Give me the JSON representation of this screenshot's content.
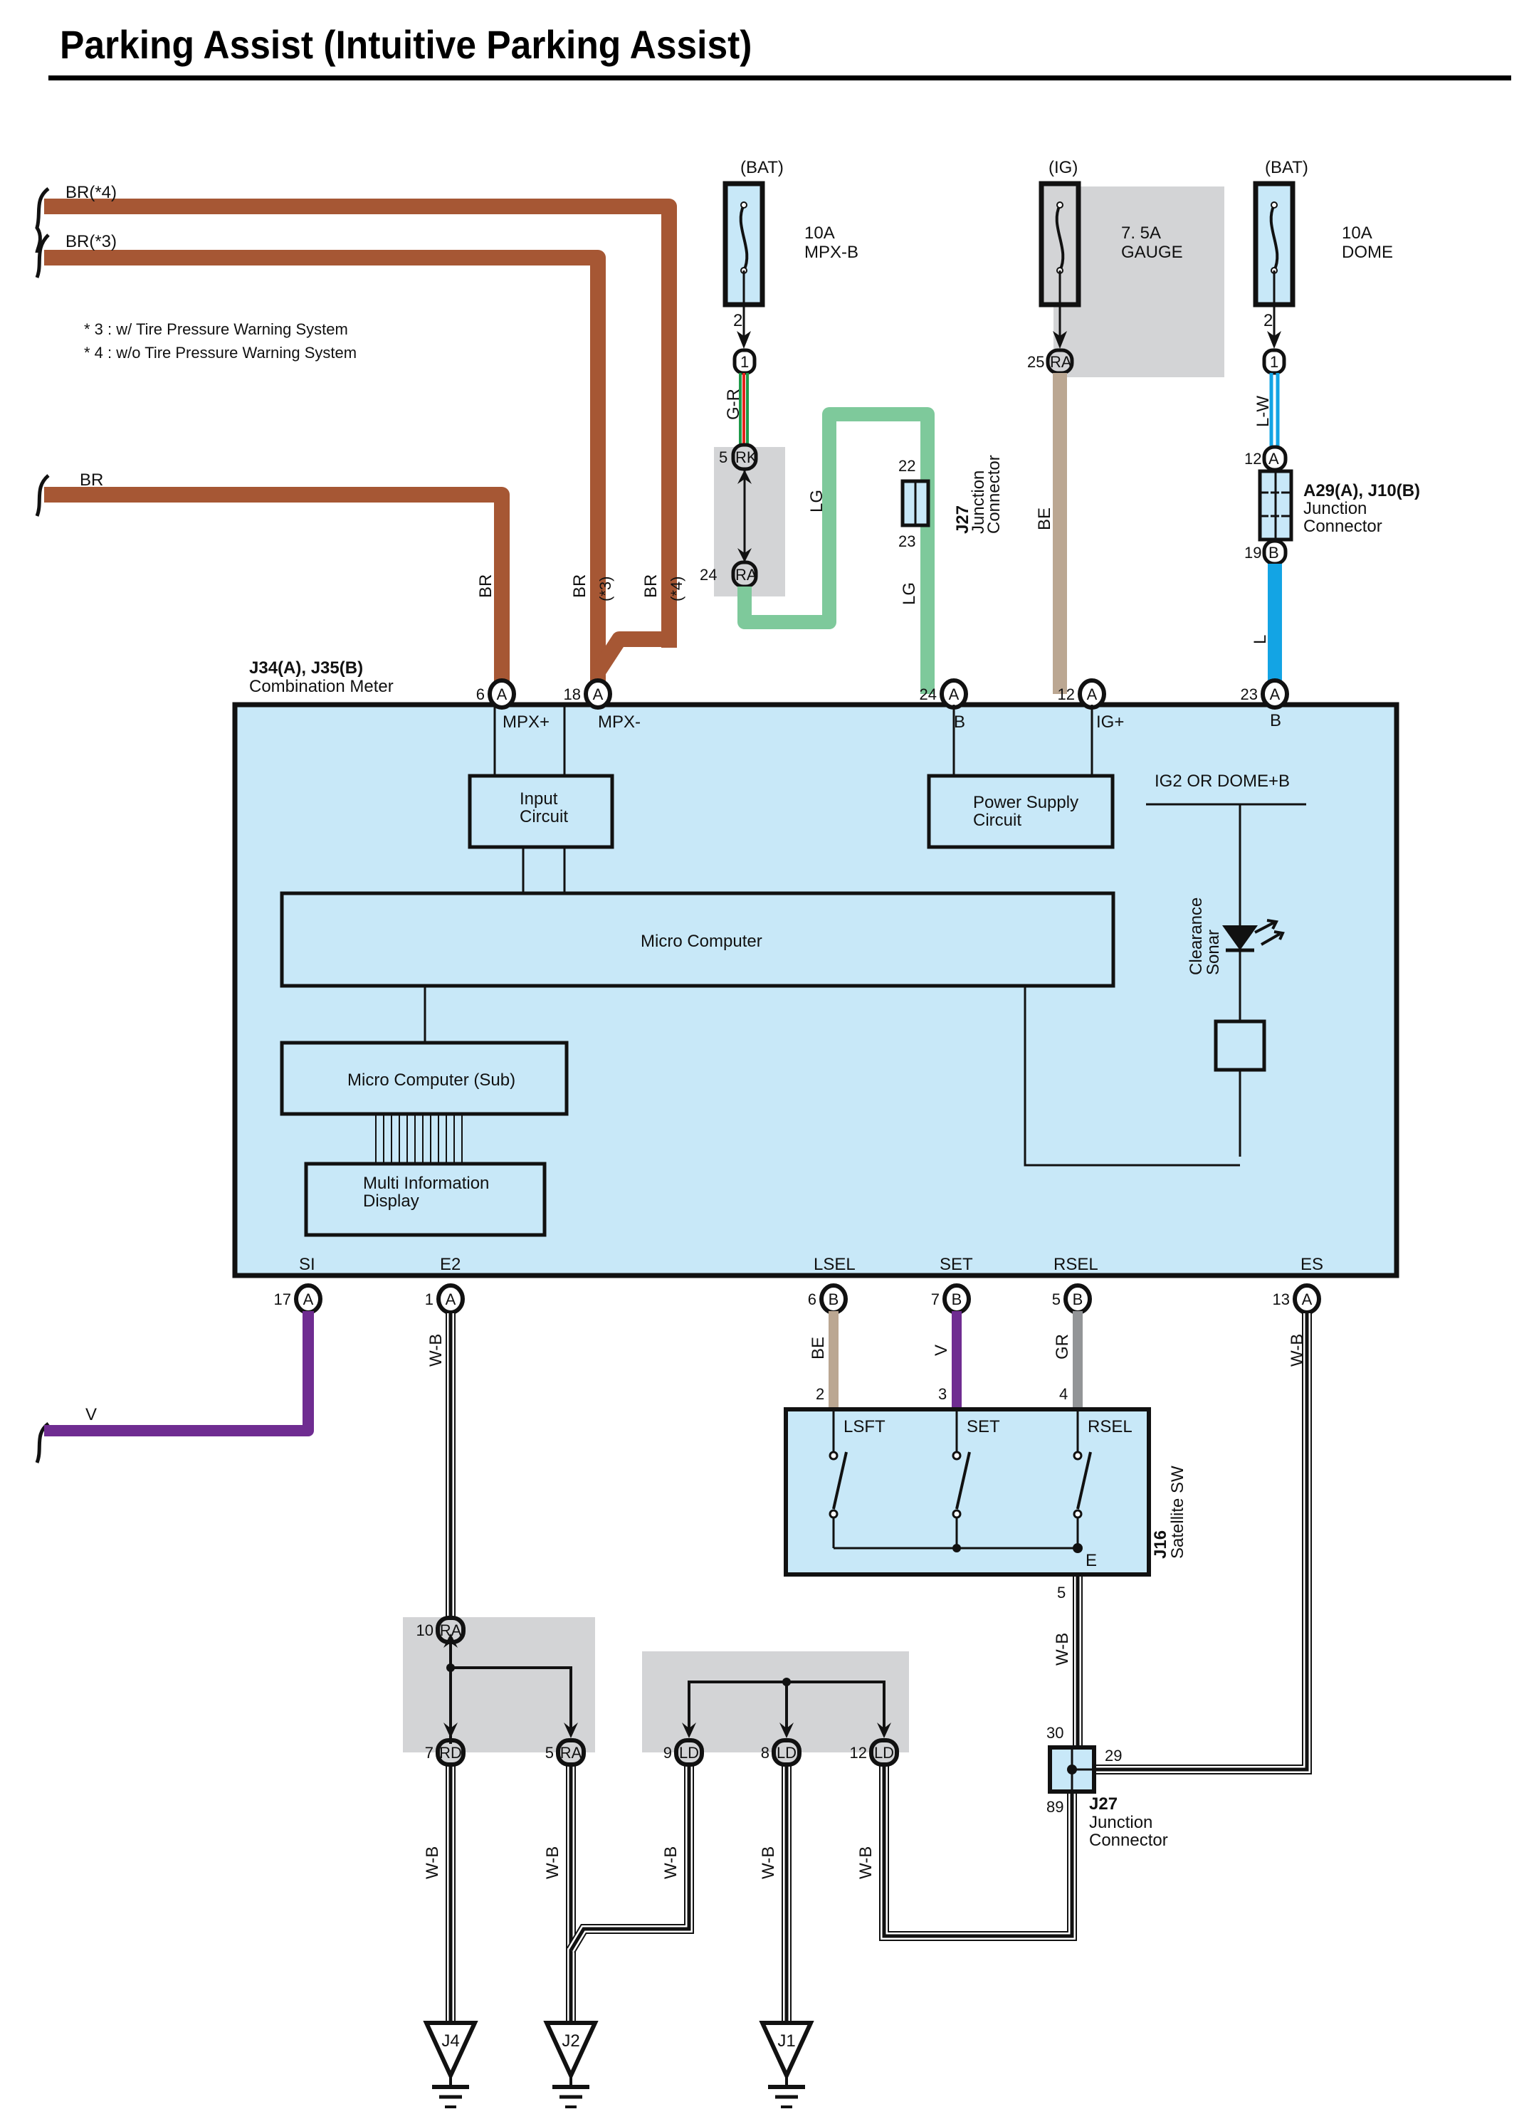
{
  "title": "Parking Assist (Intuitive Parking Assist)",
  "colors": {
    "BR": "#a65734",
    "LG": "#7ec99b",
    "BE": "#bba792",
    "L": "#13a4e4",
    "V": "#6f2c91",
    "GR": "#939597",
    "G": "#1e9a48",
    "R": "#e5231b",
    "W": "#ffffff",
    "B": "#111111",
    "component_fill": "#c8e8f8",
    "shade": "#d3d4d6"
  },
  "notes": {
    "n3": "* 3 : w/ Tire Pressure Warning System",
    "n4": "* 4 : w/o Tire Pressure Warning System"
  },
  "left_wires": {
    "br4": "BR(*4)",
    "br3": "BR(*3)",
    "br": "BR",
    "v": "V"
  },
  "fuses": [
    {
      "source": "(BAT)",
      "rating": "10A",
      "name": "MPX-B",
      "pin": "2",
      "connector_pin": "1"
    },
    {
      "source": "(IG)",
      "rating": "7. 5A",
      "name": "GAUGE",
      "pin": "25",
      "connector": "RA"
    },
    {
      "source": "(BAT)",
      "rating": "10A",
      "name": "DOME",
      "pin": "2",
      "connector_pin": "1"
    }
  ],
  "wire_labels": {
    "gr": "G-R",
    "lg1": "LG",
    "lg2": "LG",
    "be_top": "BE",
    "lw": "L-W",
    "l": "L",
    "br_6": "BR",
    "br_18": "BR",
    "br_18_note": "(*3)",
    "br_4": "BR",
    "br_4_note": "(*4)",
    "wb_e2": "W-B",
    "wb_es": "W-B",
    "be_bot": "BE",
    "v_bot": "V",
    "gr_bot": "GR",
    "wb_sw": "W-B",
    "wb_7": "W-B",
    "wb_5": "W-B",
    "wb_9": "W-B",
    "wb_8": "W-B",
    "wb_12": "W-B"
  },
  "connectors": {
    "rk": {
      "pin": "5",
      "code": "RK"
    },
    "ra24": {
      "pin": "24",
      "code": "RA"
    },
    "j27_top": {
      "code": "J27",
      "name": "Junction Connector",
      "pin_top": "22",
      "pin_bottom": "23"
    },
    "a29": {
      "code": "A29(A), J10(B)",
      "name_line1": "Junction",
      "name_line2": "Connector",
      "pin_top": "12",
      "code_top": "A",
      "pin_bottom": "19",
      "code_bottom": "B"
    },
    "ra10": {
      "pin": "10",
      "code": "RA"
    },
    "rd7": {
      "pin": "7",
      "code": "RD"
    },
    "ra5": {
      "pin": "5",
      "code": "RA"
    },
    "ld9": {
      "pin": "9",
      "code": "LD"
    },
    "ld8": {
      "pin": "8",
      "code": "LD"
    },
    "ld12": {
      "pin": "12",
      "code": "LD"
    },
    "j27_bot": {
      "code": "J27",
      "name_line1": "Junction",
      "name_line2": "Connector",
      "pin_top": "30",
      "pin_right": "29",
      "pin_bottom": "89"
    }
  },
  "meter": {
    "code": "J34(A), J35(B)",
    "name": "Combination Meter",
    "top_pins": [
      {
        "num": "6",
        "code": "A",
        "signal": "MPX+"
      },
      {
        "num": "18",
        "code": "A",
        "signal": "MPX-"
      },
      {
        "num": "24",
        "code": "A",
        "signal": "B"
      },
      {
        "num": "12",
        "code": "A",
        "signal": "IG+"
      },
      {
        "num": "23",
        "code": "A",
        "signal": "B"
      }
    ],
    "bottom_pins": [
      {
        "num": "17",
        "code": "A",
        "signal": "SI"
      },
      {
        "num": "1",
        "code": "A",
        "signal": "E2"
      },
      {
        "num": "6",
        "code": "B",
        "signal": "LSEL"
      },
      {
        "num": "7",
        "code": "B",
        "signal": "SET"
      },
      {
        "num": "5",
        "code": "B",
        "signal": "RSEL"
      },
      {
        "num": "13",
        "code": "A",
        "signal": "ES"
      }
    ],
    "blocks": {
      "input_l1": "Input",
      "input_l2": "Circuit",
      "power_l1": "Power Supply",
      "power_l2": "Circuit",
      "micro": "Micro Computer",
      "micro_sub": "Micro Computer (Sub)",
      "mid_l1": "Multi Information",
      "mid_l2": "Display",
      "ig2": "IG2 OR DOME+B",
      "sonar_l1": "Clearance",
      "sonar_l2": "Sonar"
    }
  },
  "satellite_sw": {
    "code": "J16",
    "name": "Satellite SW",
    "pins": [
      "2",
      "3",
      "4"
    ],
    "switches": [
      "LSFT",
      "SET",
      "RSEL"
    ],
    "ground_label": "E",
    "ground_pin": "5"
  },
  "grounds": [
    "J4",
    "J2",
    "J1"
  ]
}
